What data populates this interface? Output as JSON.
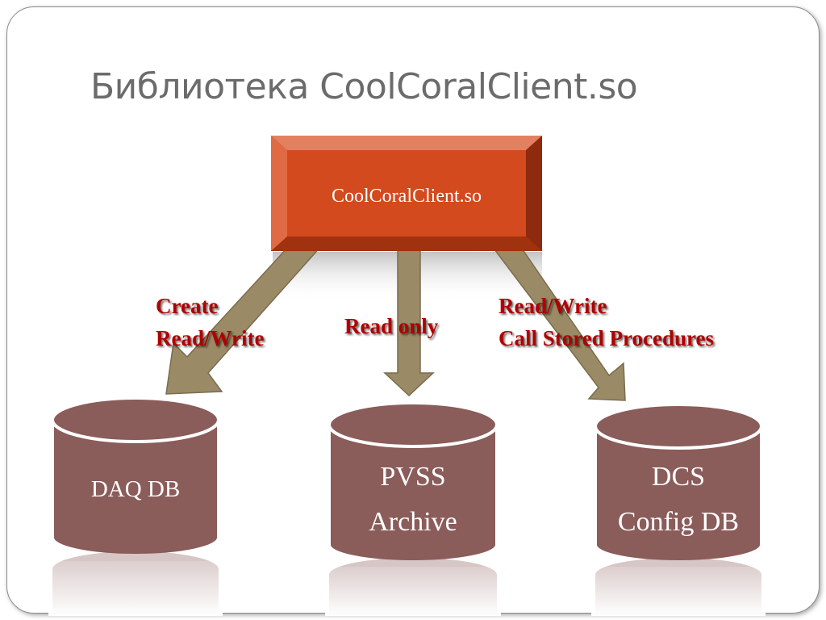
{
  "title": "Библиотека CoolCoralClient.so",
  "library_box": {
    "label": "CoolCoralClient.so",
    "color": "#d24a1e"
  },
  "connections": [
    {
      "lines": [
        "Create",
        "Read/Write"
      ]
    },
    {
      "lines": [
        "Read only"
      ]
    },
    {
      "lines": [
        "Read/Write",
        "Call Stored Procedures"
      ]
    }
  ],
  "databases": [
    {
      "lines": [
        "DAQ DB"
      ]
    },
    {
      "lines": [
        "PVSS",
        "Archive"
      ]
    },
    {
      "lines": [
        "DCS",
        "Config DB"
      ]
    }
  ],
  "colors": {
    "db_fill": "#8a5c5a",
    "arrow_fill": "#9a8a66",
    "label_red": "#b00000"
  }
}
